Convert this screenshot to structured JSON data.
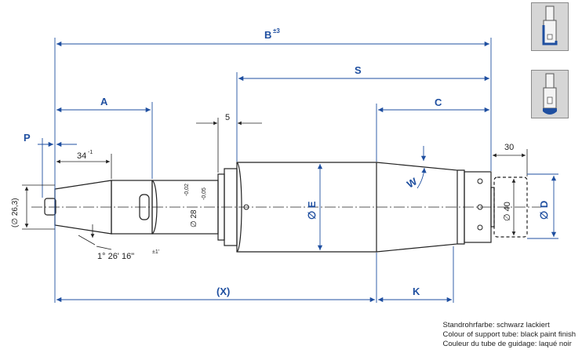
{
  "labels": {
    "B": "B",
    "B_tol": "±3",
    "S": "S",
    "A": "A",
    "C": "C",
    "P": "P",
    "dim_5": "5",
    "dim_30": "30",
    "dim_34": "34",
    "dim_34_tol": "-1",
    "dia_26_3": "(∅ 26,3)",
    "dia_28": "∅ 28",
    "dia_28_tol_upper": "-0,02",
    "dia_28_tol_lower": "-0,05",
    "E": "∅ E",
    "dia_40": "∅ 40",
    "D": "∅ D",
    "W": "W",
    "angle": "1° 26' 16\"",
    "angle_tol": "±1'",
    "X": "(X)",
    "K": "K"
  },
  "notes": {
    "line1": "Standrohrfarbe: schwarz lackiert",
    "line2": "Colour of support tube: black paint finish",
    "line3": "Couleur du tube de guidage: laqué noir"
  },
  "colors": {
    "dimension": "#1f4fa0",
    "outline": "#222222",
    "thumb_blue": "#1f4fa0"
  }
}
